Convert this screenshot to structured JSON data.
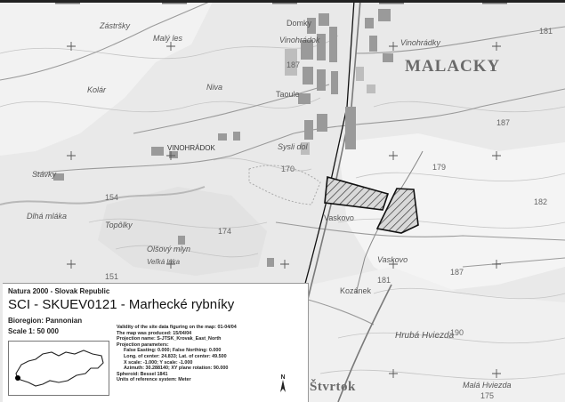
{
  "map": {
    "place_labels": [
      {
        "text": "MALACKY",
        "style": "big"
      },
      {
        "text": "Domky",
        "style": "sm"
      },
      {
        "text": "Vinohrádok",
        "style": "sm"
      },
      {
        "text": "Vinohrádky",
        "style": "sm"
      },
      {
        "text": "Malý les",
        "style": "sm"
      },
      {
        "text": "Kolár",
        "style": "sm"
      },
      {
        "text": "Niva",
        "style": "sm"
      },
      {
        "text": "Taoule",
        "style": "sm"
      },
      {
        "text": "VINOHRÁDOK",
        "style": "sm"
      },
      {
        "text": "Sysli dol",
        "style": "sm"
      },
      {
        "text": "Stávky",
        "style": "sm"
      },
      {
        "text": "Dlhá mláka",
        "style": "sm"
      },
      {
        "text": "Topôlky",
        "style": "sm"
      },
      {
        "text": "Olšový mlyn",
        "style": "sm"
      },
      {
        "text": "Veľká lúka",
        "style": "sm"
      },
      {
        "text": "Vaskovo",
        "style": "sm"
      },
      {
        "text": "Vaskovo",
        "style": "sm"
      },
      {
        "text": "Kozánek",
        "style": "sm"
      },
      {
        "text": "Hrubá Hviezda",
        "style": "sm"
      },
      {
        "text": "Štvrtok",
        "style": "big2"
      },
      {
        "text": "Malá Hviezda",
        "style": "sm"
      },
      {
        "text": "Zástršky",
        "style": "sm"
      }
    ],
    "elevations": [
      "181",
      "187",
      "170",
      "179",
      "187",
      "174",
      "154",
      "151",
      "181",
      "187",
      "190",
      "175",
      "182"
    ]
  },
  "legend": {
    "network": "Natura 2000 - Slovak Republic",
    "site_title": "SCI - SKUEV0121 - Marhecké rybníky",
    "bioregion": "Bioregion: Pannonian",
    "scale": "Scale 1: 50 000",
    "info_lines": [
      {
        "text": "Validity of the site data figuring on the map: 01-04/04",
        "indent": false
      },
      {
        "text": "The map was produced: 15/04/04",
        "indent": false
      },
      {
        "text": "Projection name: S-JTSK_Krovak_East_North",
        "indent": false
      },
      {
        "text": "Projection parameters:",
        "indent": false
      },
      {
        "text": "False Easting: 0.000; False Northing: 0.000",
        "indent": true
      },
      {
        "text": "Long. of center: 24.833; Lat. of center: 49.500",
        "indent": true
      },
      {
        "text": "X scale: -1.000; Y scale: -1.000",
        "indent": true
      },
      {
        "text": "Azimuth: 30.288140; XY plane rotation: 90.000",
        "indent": true
      },
      {
        "text": "Spheroid: Bessel 1841",
        "indent": false
      },
      {
        "text": "Units of reference system: Meter",
        "indent": false
      }
    ],
    "north_symbol": "north-arrow-icon"
  }
}
